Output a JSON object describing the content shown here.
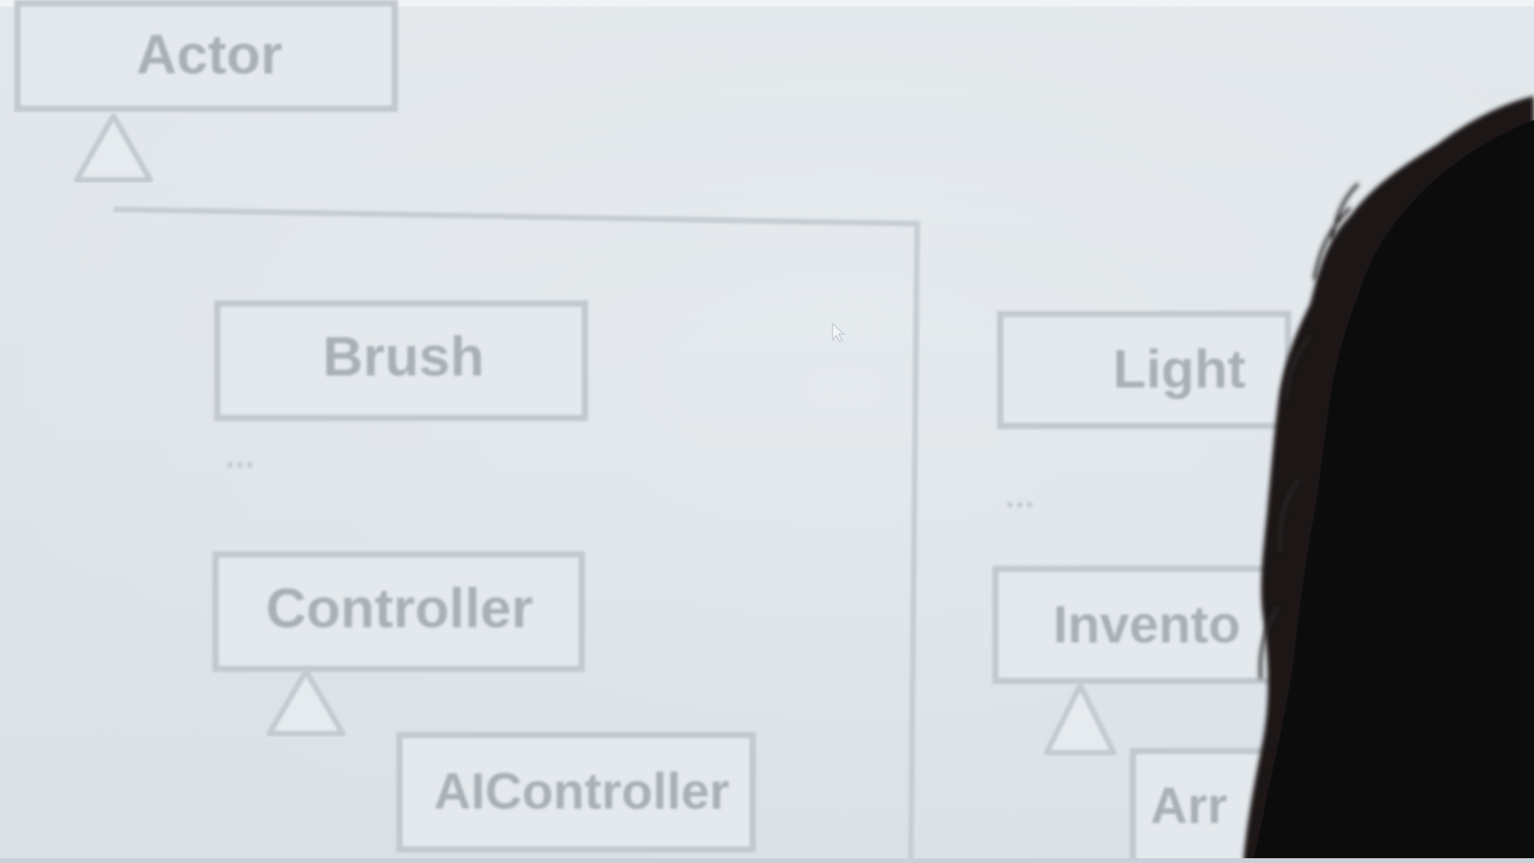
{
  "diagram": {
    "classes": {
      "actor": "Actor",
      "brush": "Brush",
      "controller": "Controller",
      "ai_controller": "AIController",
      "light": "Light",
      "inventory": "Invento",
      "arrow_partial": "Arr"
    },
    "ellipsis": "...",
    "colors": {
      "background": "#dfe5ea",
      "box_stroke": "#c2c9cf",
      "text": "#a9b1b8",
      "occluding_head": "#0d0c0d"
    },
    "occlusion_icon": "person-head-silhouette"
  }
}
